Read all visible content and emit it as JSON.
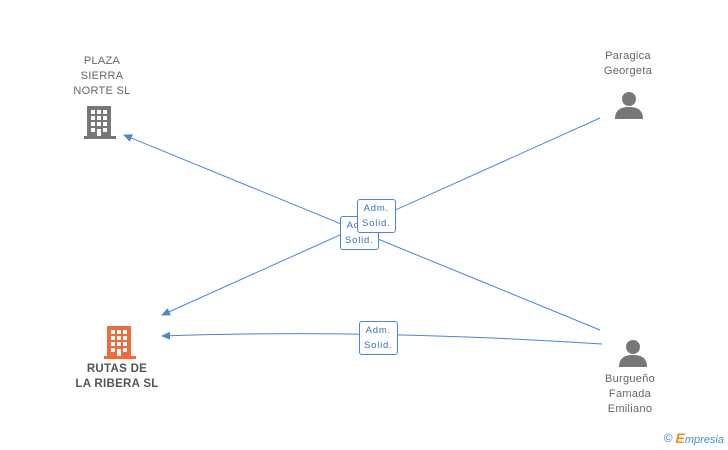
{
  "nodes": {
    "plaza": {
      "lines": [
        "PLAZA",
        "SIERRA",
        "NORTE SL"
      ],
      "type": "company"
    },
    "paragica": {
      "lines": [
        "Paragica",
        "Georgeta"
      ],
      "type": "person"
    },
    "rutas": {
      "lines": [
        "RUTAS DE",
        "LA RIBERA  SL"
      ],
      "type": "company",
      "highlighted": true
    },
    "burgueno": {
      "lines": [
        "Burgueño",
        "Famada",
        "Emiliano"
      ],
      "type": "person"
    }
  },
  "edges": {
    "label_a": {
      "lines": [
        "Adm.",
        "Solid."
      ]
    },
    "label_b": {
      "lines": [
        "Adm.",
        "Solid."
      ]
    },
    "label_c": {
      "lines": [
        "Adm.",
        "Solid."
      ]
    }
  },
  "colors": {
    "edge": "#4a86d6",
    "icon_gray": "#777777",
    "icon_orange": "#f06a3c"
  },
  "footer": {
    "copyright": "©",
    "brand_initial": "E",
    "brand_rest": "mpresia"
  }
}
